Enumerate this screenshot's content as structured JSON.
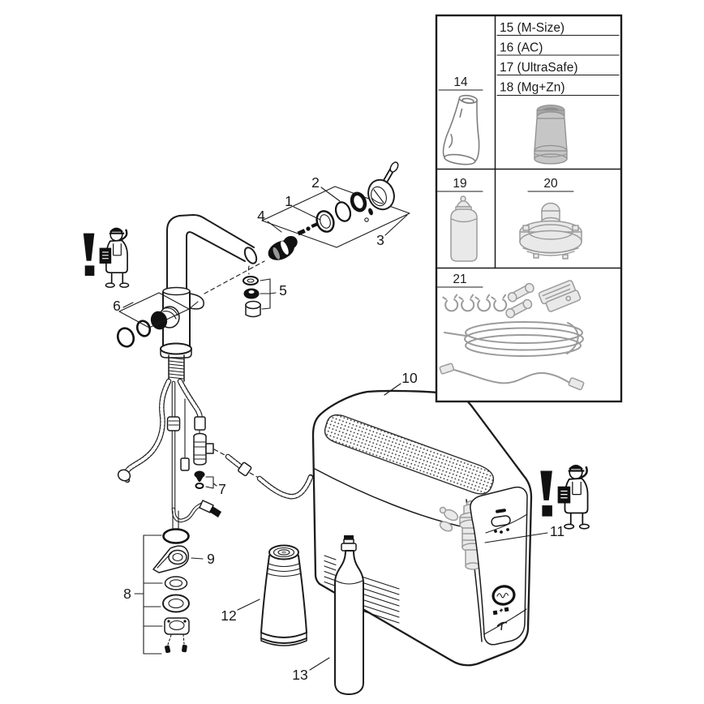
{
  "callouts": {
    "1": "1",
    "2": "2",
    "3": "3",
    "4": "4",
    "5": "5",
    "6": "6",
    "7": "7",
    "8": "8",
    "9": "9",
    "10": "10",
    "11": "11",
    "12": "12",
    "13": "13"
  },
  "parts_table": {
    "cell_14_label": "14",
    "filter_variants": [
      {
        "label": "15 (M-Size)"
      },
      {
        "label": "16 (AC)"
      },
      {
        "label": "17 (UltraSafe)"
      },
      {
        "label": "18 (Mg+Zn)"
      }
    ],
    "cell_19_label": "19",
    "cell_20_label": "20",
    "cell_21_label": "21"
  },
  "colors": {
    "line": "#1c1c1c",
    "gray_part": "#9b9b9b",
    "background": "#ffffff"
  }
}
